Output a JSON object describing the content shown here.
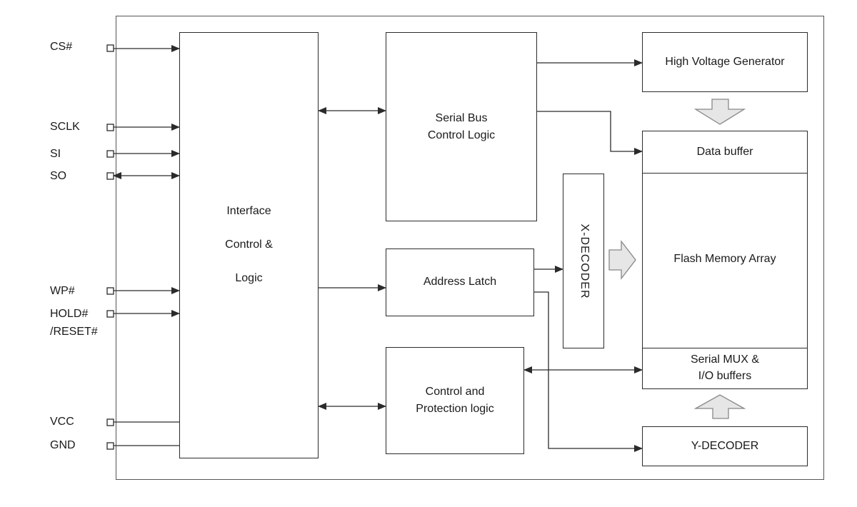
{
  "pins": {
    "cs": "CS#",
    "sclk": "SCLK",
    "si": "SI",
    "so": "SO",
    "wp": "WP#",
    "hold": "HOLD#",
    "reset": "/RESET#",
    "vcc": "VCC",
    "gnd": "GND"
  },
  "blocks": {
    "interface_line1": "Interface",
    "interface_line2": "Control &",
    "interface_line3": "Logic",
    "serial_bus_line1": "Serial Bus",
    "serial_bus_line2": "Control Logic",
    "address_latch": "Address Latch",
    "control_protection_line1": "Control and",
    "control_protection_line2": "Protection logic",
    "x_decoder": "X-DECODER",
    "high_voltage": "High Voltage Generator",
    "data_buffer": "Data buffer",
    "flash_array": "Flash Memory Array",
    "serial_mux_line1": "Serial MUX &",
    "serial_mux_line2": "I/O buffers",
    "y_decoder": "Y-DECODER"
  },
  "colors": {
    "line": "#2b2b2b",
    "block_arrow_fill": "#e6e6e6",
    "block_arrow_stroke": "#888888"
  }
}
